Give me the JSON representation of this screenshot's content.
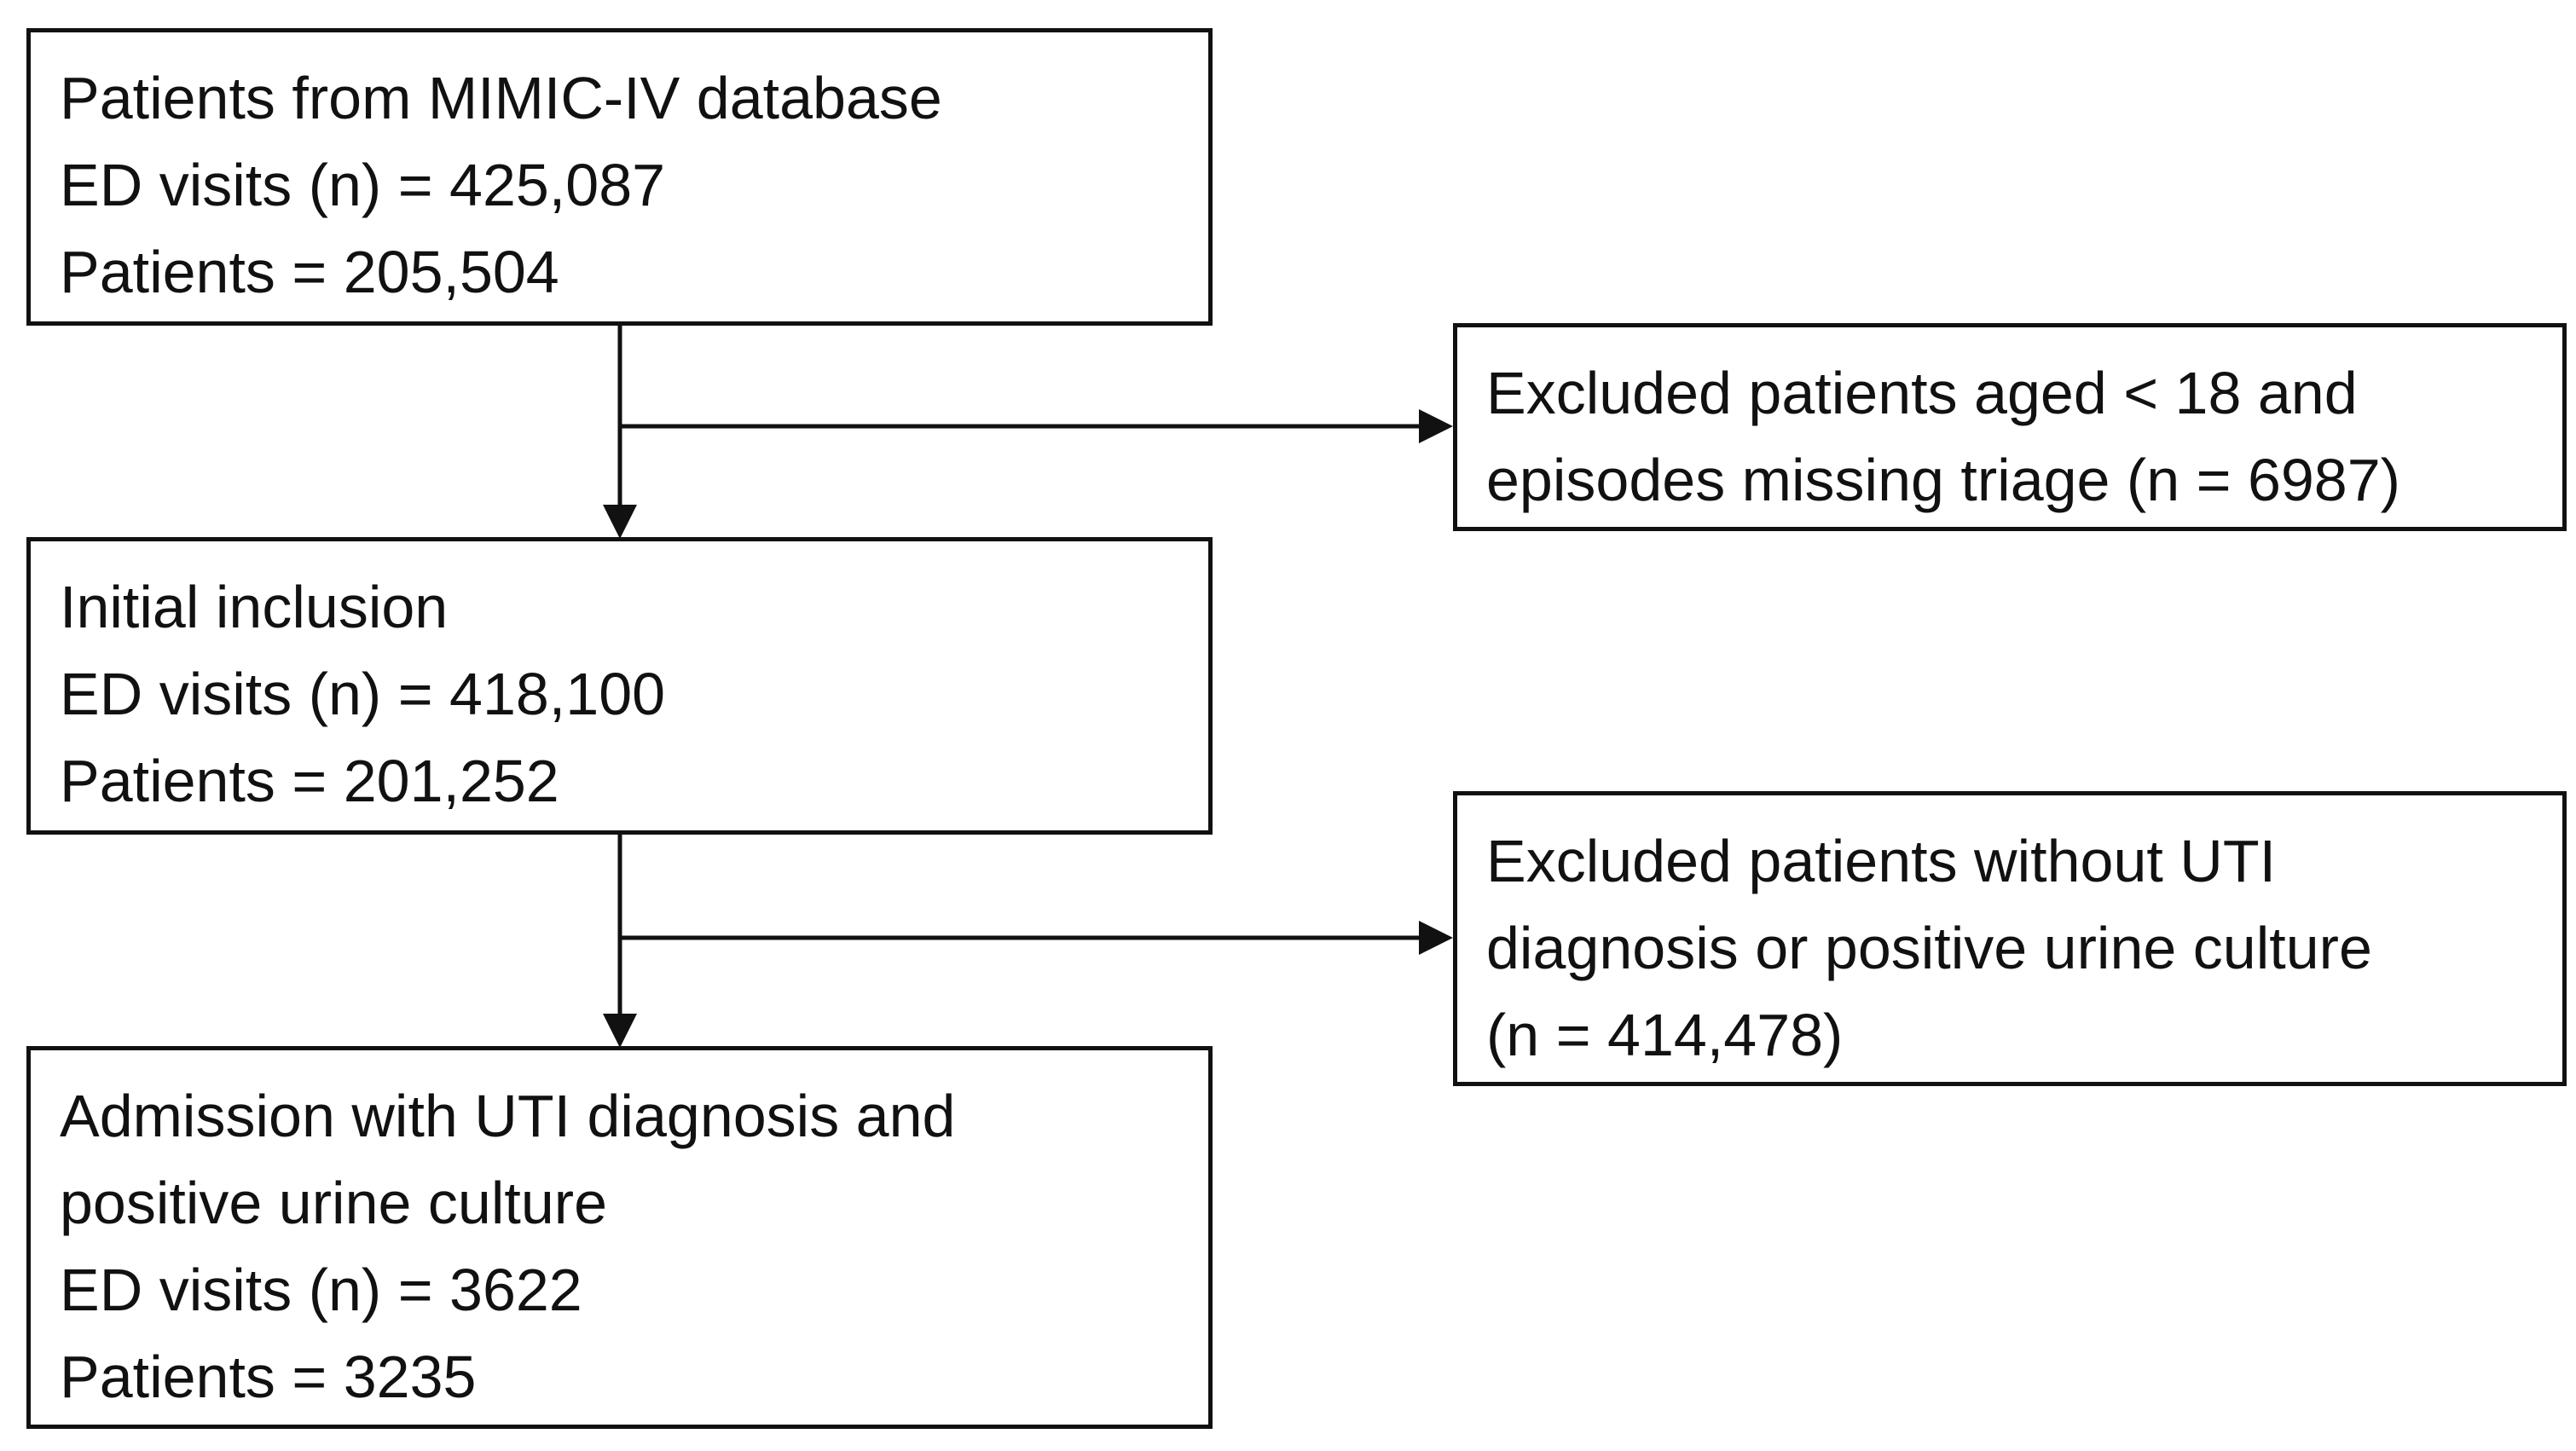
{
  "flowchart": {
    "source": {
      "lines": [
        "Patients from MIMIC-IV database",
        "ED visits (n) = 425,087",
        "Patients =  205,504"
      ]
    },
    "initial": {
      "lines": [
        "Initial inclusion",
        "ED visits (n) = 418,100",
        "Patients =  201,252"
      ]
    },
    "final": {
      "lines": [
        "Admission with UTI diagnosis and",
        "positive urine culture",
        "ED visits (n) = 3622",
        "Patients =  3235"
      ]
    },
    "exclusion_1": {
      "lines": [
        "Excluded patients aged < 18 and",
        "episodes missing triage (n = 6987)"
      ]
    },
    "exclusion_2": {
      "lines": [
        "Excluded patients without UTI",
        "diagnosis or positive urine culture",
        "(n = 414,478)"
      ]
    }
  },
  "colors": {
    "line": "#111111",
    "background": "#ffffff"
  }
}
